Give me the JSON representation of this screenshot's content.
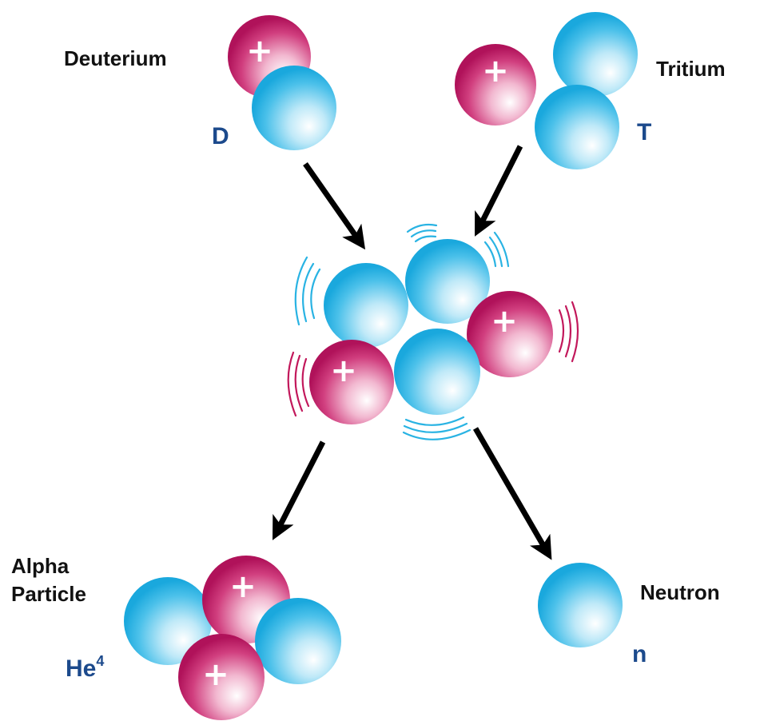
{
  "labels": {
    "deuterium": "Deuterium",
    "deuterium_symbol": "D",
    "tritium": "Tritium",
    "tritium_symbol": "T",
    "alpha_line1": "Alpha",
    "alpha_line2": "Particle",
    "helium_symbol": "He",
    "helium_superscript": "4",
    "neutron": "Neutron",
    "neutron_symbol": "n",
    "proton_charge": "+"
  },
  "colors": {
    "proton": "#c2185b",
    "neutron": "#29b3e3",
    "symbol_text": "#1c4a8c",
    "arrow": "#000000"
  }
}
